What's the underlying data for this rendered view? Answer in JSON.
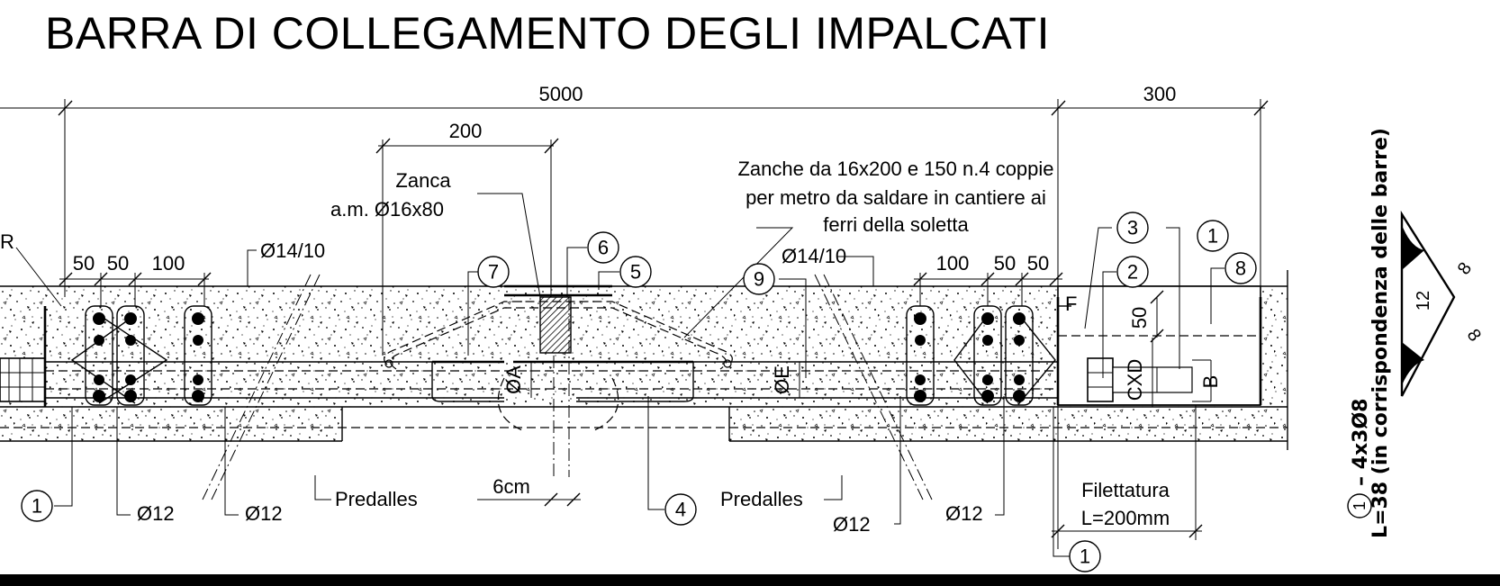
{
  "title": "BARRA DI COLLEGAMENTO DEGLI IMPALCATI",
  "dimensions": {
    "total": "5000",
    "right": "300",
    "zanca_span": "200",
    "left_50a": "50",
    "left_50b": "50",
    "left_100": "100",
    "right_100": "100",
    "right_50a": "50",
    "right_50b": "50",
    "gap": "6cm",
    "depth_50": "50"
  },
  "labels": {
    "r_cut": "R",
    "zanca_1": "Zanca",
    "zanca_2": "a.m. Ø16x80",
    "zanche_1": "Zanche da 16x200 e 150 n.4 coppie",
    "zanche_2": "per metro da saldare in cantiere ai",
    "zanche_3": "ferri della soletta",
    "phi14_left": "Ø14/10",
    "phi14_right": "Ø14/10",
    "phi12_a": "Ø12",
    "phi12_b": "Ø12",
    "phi12_c": "Ø12",
    "phi12_d": "Ø12",
    "predalles_left": "Predalles",
    "predalles_right": "Predalles",
    "filettatura_1": "Filettatura",
    "filettatura_2": "L=200mm",
    "phi_a": "ØA",
    "phi_e": "ØE",
    "cxd": "CXD",
    "b": "B",
    "f": "F"
  },
  "markers": {
    "m1_left": "1",
    "m1_top": "1",
    "m1_bottom": "1",
    "m1_weld": "1",
    "m2": "2",
    "m3": "3",
    "m4": "4",
    "m5": "5",
    "m6": "6",
    "m7": "7",
    "m8": "8",
    "m9": "9"
  },
  "weld_detail": {
    "line1": "– 4x3Ø8",
    "line2": "L=38 (in corrispondenza delle barre)",
    "dim_12": "12",
    "dim_8a": "8",
    "dim_8b": "8"
  }
}
